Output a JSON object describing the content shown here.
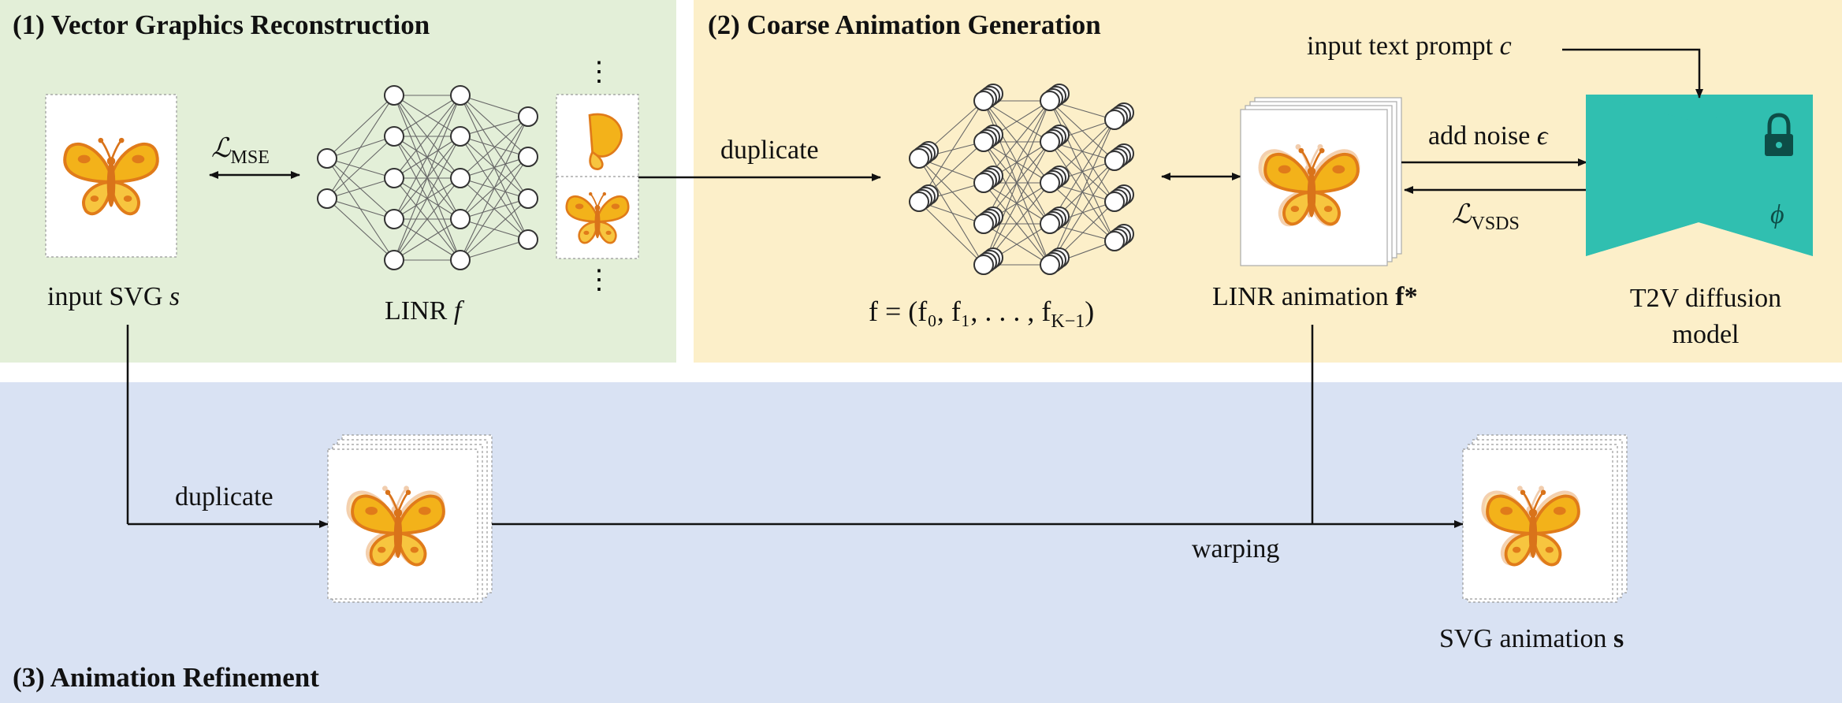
{
  "panels": {
    "p1_title": "(1) Vector Graphics Reconstruction",
    "p2_title": "(2) Coarse Animation Generation",
    "p3_title": "(3) Animation Refinement"
  },
  "labels": {
    "input_svg_prefix": "input SVG ",
    "input_svg_var": "s",
    "linr_prefix": "LINR ",
    "linr_var": "f",
    "loss_mse_main": "ℒ",
    "loss_mse_sub": "MSE",
    "duplicate_top": "duplicate",
    "f_tuple": "f = (f₀, f₁, . . . , f",
    "f_tuple_sub": "K−1",
    "f_tuple_end": ")",
    "linr_anim_prefix": "LINR animation ",
    "linr_anim_var": "f*",
    "input_prompt_prefix": "input text prompt ",
    "input_prompt_var": "c",
    "add_noise_prefix": "add noise ",
    "add_noise_var": "ϵ",
    "loss_vsds_main": "ℒ",
    "loss_vsds_sub": "VSDS",
    "phi": "ϕ",
    "t2v_line1": "T2V diffusion",
    "t2v_line2": "model",
    "duplicate_bottom": "duplicate",
    "warping": "warping",
    "svg_anim_prefix": "SVG animation ",
    "svg_anim_var": "s"
  },
  "colors": {
    "panel1": "#e3efd8",
    "panel2": "#fcefc9",
    "panel3": "#d9e2f3",
    "diffusion_model": "#30bfb0",
    "butterfly_wing": "#f3b21a",
    "butterfly_body": "#e07b1a"
  },
  "icons": [
    "butterfly-icon",
    "lock-icon",
    "ellipsis-icon"
  ]
}
